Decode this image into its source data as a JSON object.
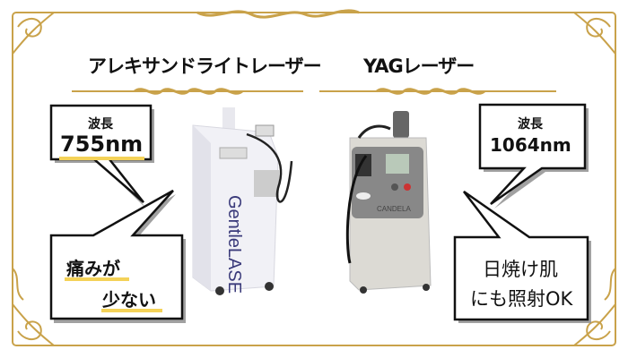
{
  "colors": {
    "gold": "#c9a24a",
    "underline": "#f4d258",
    "text": "#111111",
    "shadow": "#8a8a8a"
  },
  "left": {
    "title": "アレキサンドライトレーザー",
    "wavelength_label": "波長",
    "wavelength_value": "755nm",
    "feature_line1": "痛みが",
    "feature_line2": "少ない",
    "device_logo": "GentleLASE"
  },
  "right": {
    "title": "YAGレーザー",
    "wavelength_label": "波長",
    "wavelength_value": "1064nm",
    "feature_line1": "日焼け肌",
    "feature_line2": "にも照射OK",
    "device_logo": "CANDELA"
  }
}
